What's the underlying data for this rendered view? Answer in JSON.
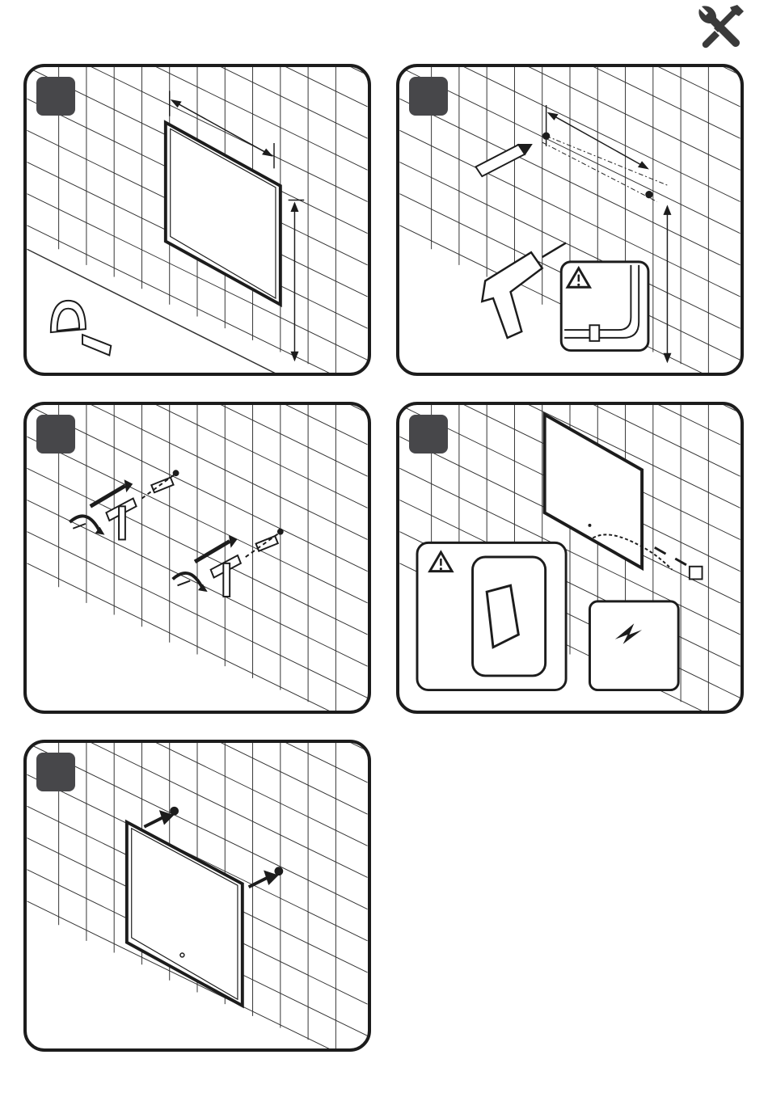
{
  "header": {
    "icon": "tools-icon"
  },
  "steps": [
    {
      "id": 1,
      "icons": [
        "tile-wall",
        "mirror-outline-icon",
        "dimension-arrow-icon",
        "tape-measure-icon"
      ]
    },
    {
      "id": 2,
      "icons": [
        "tile-wall",
        "pencil-icon",
        "drill-icon",
        "warning-icon",
        "hidden-pipe-icon"
      ]
    },
    {
      "id": 3,
      "icons": [
        "tile-wall",
        "wall-plug-icon",
        "hammer-icon",
        "screw-rotate-icon"
      ]
    },
    {
      "id": 4,
      "icons": [
        "tile-wall",
        "mirror-outline-icon",
        "cable-connect-icon",
        "warning-icon",
        "light-switch-icon",
        "electricity-icon"
      ]
    },
    {
      "id": 5,
      "icons": [
        "tile-wall",
        "mirror-outline-icon",
        "hang-arrow-icon"
      ]
    }
  ],
  "colors": {
    "line": "#1c1c1c",
    "badge": "#47474a",
    "tile": "#333333"
  }
}
